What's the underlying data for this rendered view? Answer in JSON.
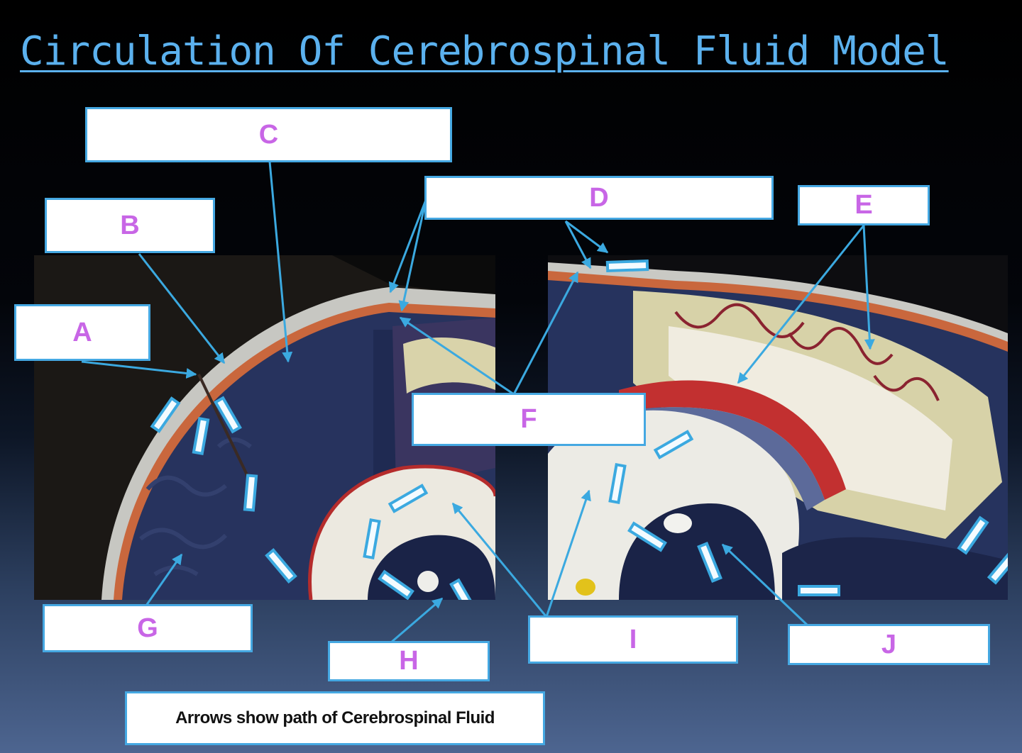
{
  "title": "Circulation Of Cerebrospinal Fluid Model",
  "caption": "Arrows show path of Cerebrospinal Fluid",
  "labels": {
    "A": "A",
    "B": "B",
    "C": "C",
    "D": "D",
    "E": "E",
    "F": "F",
    "G": "G",
    "H": "H",
    "I": "I",
    "J": "J"
  },
  "colors": {
    "label_text": "#c866e6",
    "leader_line": "#3ba9e0",
    "box_border": "#45a8e2",
    "title": "#5bb1ee"
  }
}
